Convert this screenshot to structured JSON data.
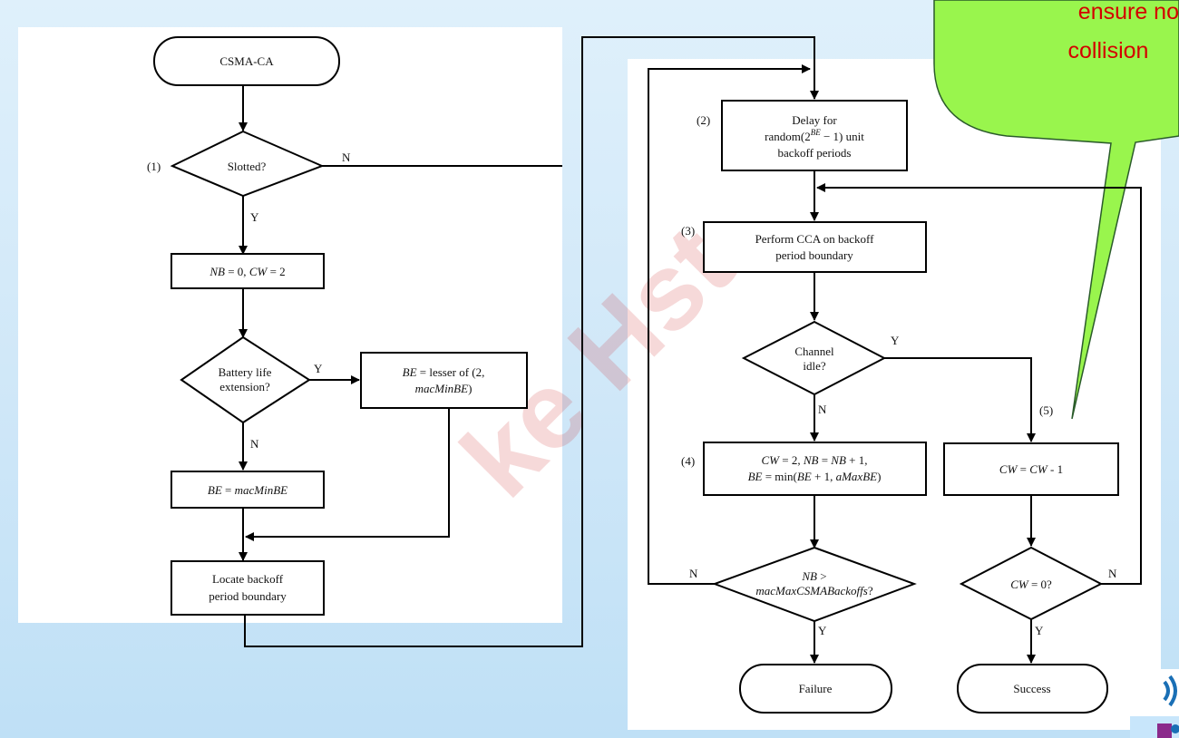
{
  "watermark": "ke Hst",
  "callout": {
    "line1": "ensure no",
    "line2": "collision"
  },
  "nodes": {
    "start": "CSMA-CA",
    "slotted": "Slotted?",
    "init": {
      "nb": "NB",
      "eq1": " = 0, ",
      "cw": "CW",
      "eq2": " = 2"
    },
    "battery": {
      "line1": "Battery life",
      "line2": "extension?"
    },
    "be_lesser": {
      "be": "BE",
      "text": " = lesser of (2,",
      "line2": "macMinBE",
      "close": ")"
    },
    "be_min": {
      "be": "BE",
      "eq": " = ",
      "val": "macMinBE"
    },
    "locate": {
      "line1": "Locate backoff",
      "line2": "period boundary"
    },
    "delay": {
      "line1": "Delay for",
      "line2_pre": "random(2",
      "line2_sup": "BE",
      "line2_post": " − 1) unit",
      "line3": "backoff periods"
    },
    "cca": {
      "line1": "Perform CCA on backoff",
      "line2": "period boundary"
    },
    "channel": {
      "line1": "Channel",
      "line2": "idle?"
    },
    "update": {
      "l1_cw": "CW",
      "l1_a": " = 2, ",
      "l1_nb": "NB",
      "l1_b": " = ",
      "l1_nb2": "NB",
      "l1_c": " + 1,",
      "l2_be": "BE",
      "l2_a": " = min(",
      "l2_be2": "BE",
      "l2_b": " + 1, ",
      "l2_max": "aMaxBE",
      "l2_c": ")"
    },
    "cw_dec": {
      "cw": "CW",
      "eq": " = ",
      "cw2": "CW",
      "tail": " - 1"
    },
    "nb_check": {
      "line1": "NB",
      "line1_tail": " >",
      "line2": "macMaxCSMABackoffs",
      "line2_tail": "?"
    },
    "cw_check": {
      "cw": "CW",
      "tail": " = 0?"
    },
    "failure": "Failure",
    "success": "Success"
  },
  "step_labels": {
    "s1": "(1)",
    "s2": "(2)",
    "s3": "(3)",
    "s4": "(4)",
    "s5": "(5)"
  },
  "branch_labels": {
    "yes": "Y",
    "no": "N"
  }
}
